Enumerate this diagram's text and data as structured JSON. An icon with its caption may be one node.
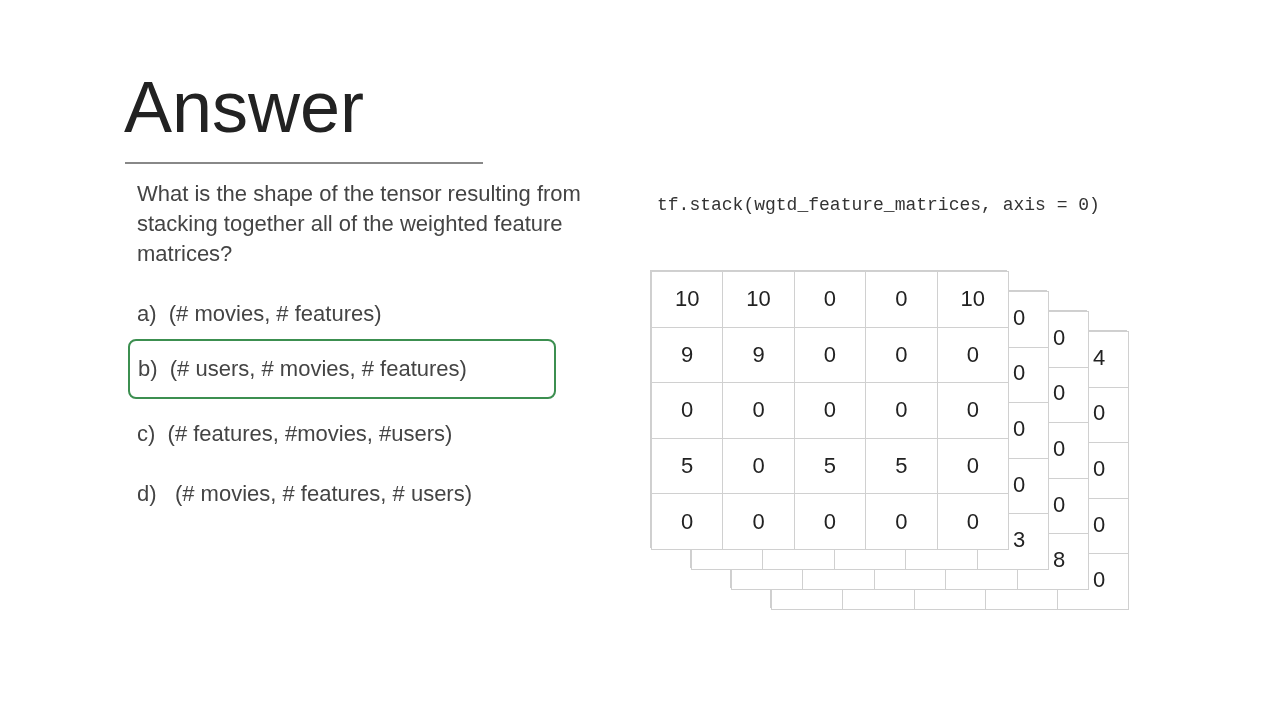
{
  "diagram": {
    "title": "Answer",
    "nodes": [
      {
        "text": [
          "b)  (# users, # movies, # features)"
        ]
      }
    ],
    "edges": [],
    "labels": [
      "What is the shape of the  tensor resulting from stacking together all of the weighted feature matrices?",
      "a)  (# movies, # features)",
      "c)  (# features, #movies, #users)",
      "d)   (# movies, # features, # users)",
      "tf.stack(wgtd_feature_matrices, axis = 0)",
      "10",
      "10",
      "0",
      "0",
      "10",
      "9",
      "9",
      "0",
      "0",
      "0",
      "0",
      "0",
      "0",
      "0",
      "0",
      "5",
      "0",
      "5",
      "5",
      "0",
      "0",
      "0",
      "0",
      "0",
      "0",
      "0",
      "0",
      "0",
      "0",
      "3",
      "0",
      "0",
      "0",
      "0",
      "8",
      "4",
      "0",
      "0",
      "0",
      "0"
    ]
  }
}
